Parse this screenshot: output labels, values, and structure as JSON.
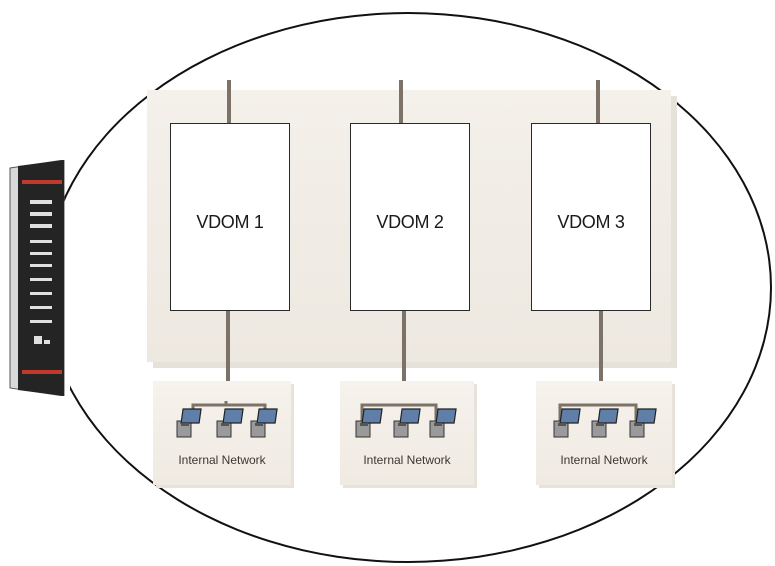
{
  "vdoms": [
    {
      "label": "VDOM 1",
      "network": "Internal Network"
    },
    {
      "label": "VDOM 2",
      "network": "Internal Network"
    },
    {
      "label": "VDOM 3",
      "network": "Internal Network"
    }
  ],
  "colors": {
    "panel": "#f0ebe4",
    "link": "#7d7268",
    "outline": "#111111",
    "device": "#2b2b2b",
    "device_accent": "#c0392b"
  },
  "icons": {
    "device": "fortigate-appliance-icon",
    "endpoint": "workstation-icon"
  }
}
